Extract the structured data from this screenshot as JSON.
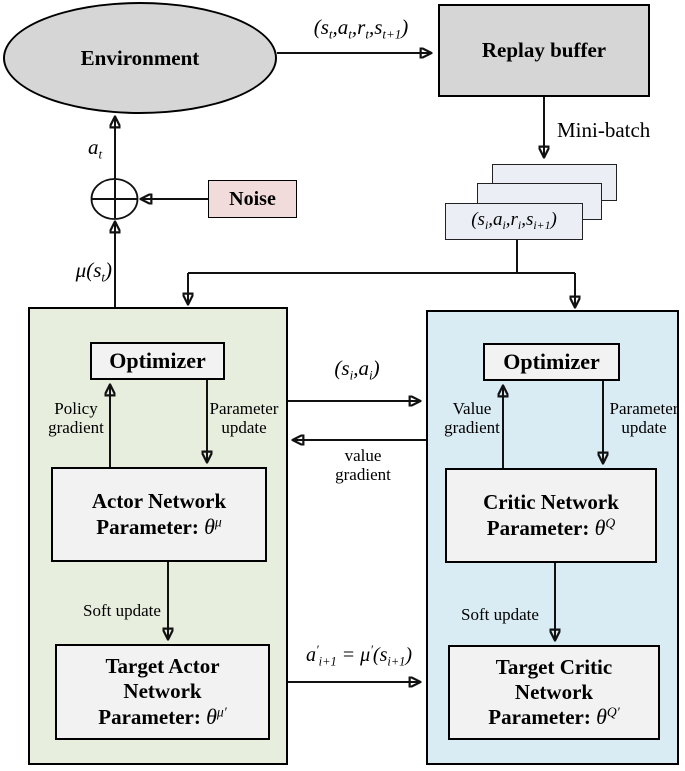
{
  "colors": {
    "panel_green": "#e7eedd",
    "panel_blue": "#d9ebf3",
    "noise_pink": "#f2dcdb",
    "node_gray": "#d6d6d6",
    "inner_box_gray": "#f2f2f2",
    "card_lavender": "#eceef6",
    "line_black": "#111111"
  },
  "top": {
    "environment_label": "Environment",
    "replay_buffer_label": "Replay buffer",
    "transition_tuple": "(s_t,a_t,r_t,s_{t+1})",
    "mini_batch_label": "Mini-batch",
    "noise_label": "Noise",
    "action_label": "a_t",
    "policy_output_label": "μ(s_t)",
    "batch_sample_tuple": "(s_i,a_i,r_i,s_{i+1})"
  },
  "exchange": {
    "state_action_tuple": "(s_i,a_i)",
    "value_gradient_line1": "value",
    "value_gradient_line2": "gradient",
    "target_action_eq": "a'_{i+1} = μ'(s_{i+1})"
  },
  "actor_panel": {
    "optimizer_label": "Optimizer",
    "policy_gradient_line1": "Policy",
    "policy_gradient_line2": "gradient",
    "parameter_update_line1": "Parameter",
    "parameter_update_line2": "update",
    "network_title": "Actor Network",
    "network_param_prefix": "Parameter:",
    "network_param_symbol": "θ^μ",
    "soft_update_label": "Soft update",
    "target_network_line1": "Target Actor",
    "target_network_line2": "Network",
    "target_param_prefix": "Parameter:",
    "target_param_symbol": "θ^{μ'}"
  },
  "critic_panel": {
    "optimizer_label": "Optimizer",
    "value_gradient_line1": "Value",
    "value_gradient_line2": "gradient",
    "parameter_update_line1": "Parameter",
    "parameter_update_line2": "update",
    "network_title": "Critic Network",
    "network_param_prefix": "Parameter:",
    "network_param_symbol": "θ^Q",
    "soft_update_label": "Soft update",
    "target_network_line1": "Target Critic",
    "target_network_line2": "Network",
    "target_param_prefix": "Parameter:",
    "target_param_symbol": "θ^{Q'}"
  }
}
